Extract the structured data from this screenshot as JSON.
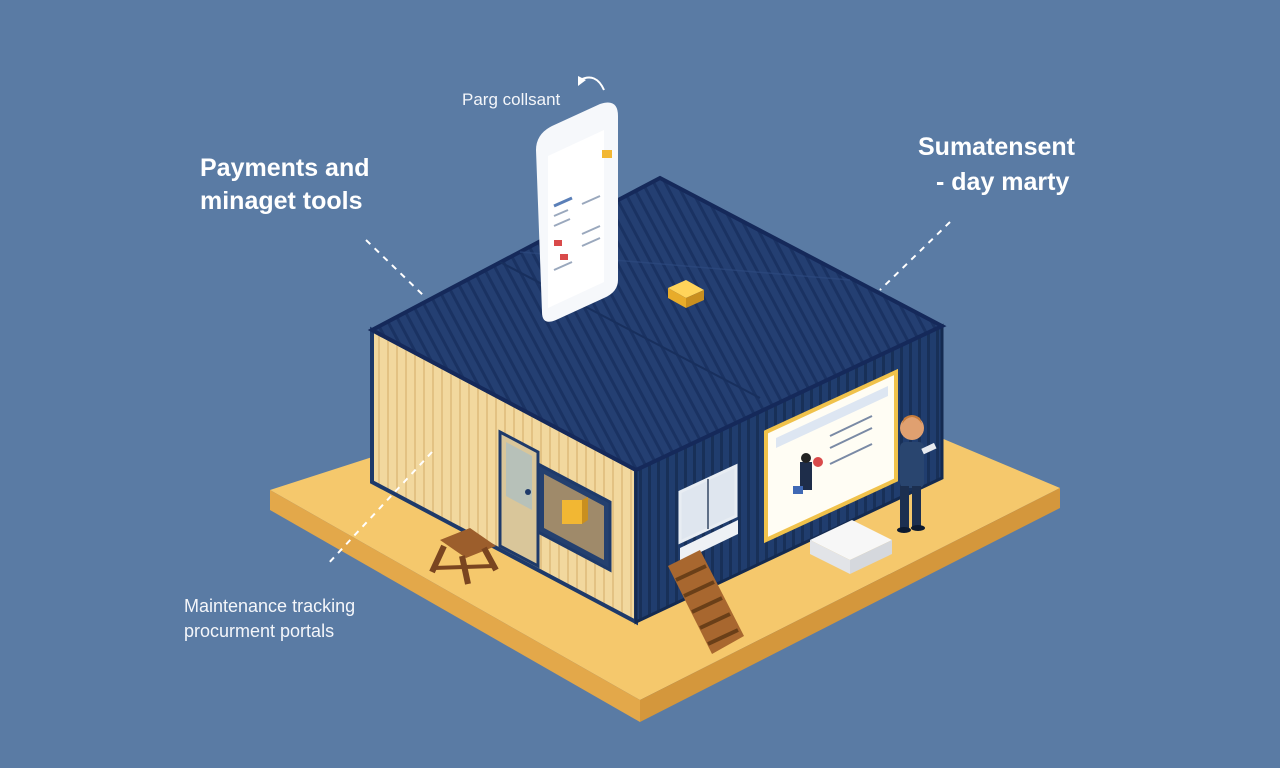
{
  "labels": {
    "payments": {
      "line1": "Payments and",
      "line2": "minaget tools"
    },
    "summary": {
      "line1": "Sumatensent",
      "line2": "- day marty"
    },
    "phone": {
      "text": "Parg collsant"
    },
    "maintenance": {
      "line1": "Maintenance tracking",
      "line2": "procurment portals"
    }
  },
  "icons": [
    "curved-arrow-icon",
    "package-icon",
    "phone-icon",
    "ladder-icon",
    "sawhorse-icon",
    "person-icon"
  ],
  "colors": {
    "background": "#5a7ba4",
    "platform": "#f4c66a",
    "roof": "#1f3b6e",
    "container_wall": "#f0d59a",
    "container_side": "#1e3a6a",
    "accent": "#f2b733"
  }
}
